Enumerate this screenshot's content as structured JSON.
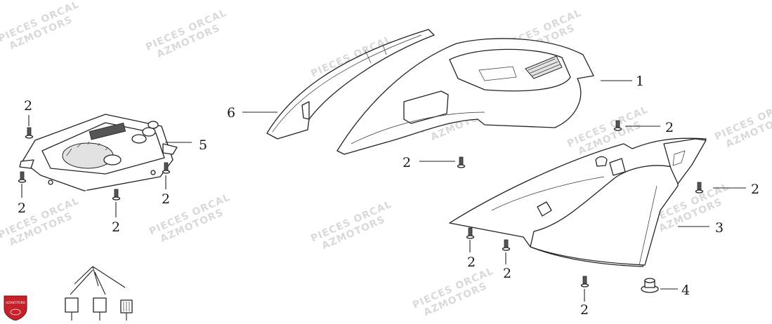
{
  "watermark": {
    "line1": "PIECES ORCAL",
    "line2": "AZMOTORS"
  },
  "logo": {
    "text": "AZMOTORS",
    "color": "#c8202a"
  },
  "callouts": {
    "speedometer": "5",
    "front_cover": "1",
    "visor": "6",
    "lower_cover": "3",
    "nut": "4",
    "screw": "2"
  }
}
